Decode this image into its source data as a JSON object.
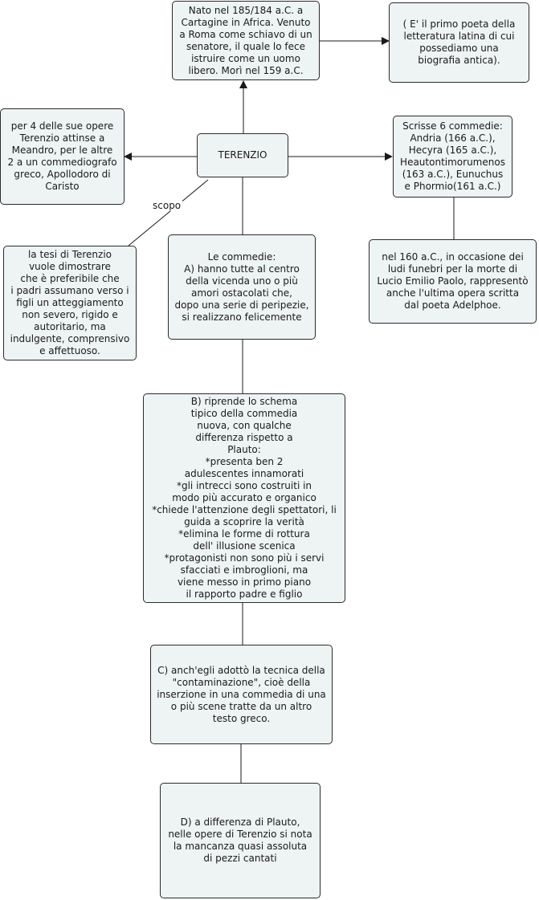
{
  "nodes": {
    "terenzio": "TERENZIO",
    "biography": "Nato nel 185/184 a.C. a\nCartagine in Africa. Venuto\na Roma come schiavo di un\nsenatore, il quale lo fece\nistruire come un uomo\nlibero. Morì nel 159 a.C.",
    "first_poet": "( E' il primo poeta della\nletteratura latina di cui\npossediamo una\nbiografia antica).",
    "sources": "per 4 delle sue opere\nTerenzio attinse a\nMeandro, per le altre\n2 a un commediografo\ngreco, Apollodoro di\nCaristo",
    "comedies_list": "Scrisse 6 commedie:\nAndria (166 a.C.),\nHecyra (165 a.C.),\nHeautontimorumenos\n(163 a.C.), Eunuchus\ne Phormio(161 a.C.)",
    "adelphoe": "nel 160 a.C., in occasione dei\nludi funebri per la morte di\nLucio Emilio Paolo, rappresentò\nanche l'ultima opera scritta\ndal poeta Adelphoe.",
    "thesis": "la tesi di Terenzio\nvuole dimostrare\nche è preferibile che\ni padri assumano verso i\nfigli un atteggiamento\nnon severo, rigido e\nautoritario, ma\nindulgente, comprensivo\ne affettuoso.",
    "comedies_a": "Le commedie:\nA) hanno tutte al centro\ndella vicenda uno o più\namori ostacolati che,\ndopo una serie di peripezie,\nsi realizzano felicemente",
    "comedies_b": "B) riprende lo schema\ntipico della commedia\nnuova, con qualche\ndifferenza rispetto a\nPlauto:\n*presenta ben 2\nadulescentes innamorati\n*gli intrecci sono costruiti in\nmodo più accurato e organico\n*chiede l'attenzione degli spettatori, li\nguida a scoprire la verità\n*elimina le forme di rottura\ndell' illusione scenica\n*protagonisti non sono più i servi\nsfacciati e imbroglioni, ma\nviene messo in primo piano\nil rapporto padre e figlio",
    "comedies_c": "C) anch'egli adottò la tecnica della\n\"contaminazione\", cioè della\ninserzione in una commedia di una\no più scene tratte da un altro\ntesto greco.",
    "comedies_d": "D) a differenza di Plauto,\nnelle opere di Terenzio si nota\nla mancanza quasi assoluta\ndi pezzi cantati"
  },
  "link_labels": {
    "scopo": "scopo"
  },
  "colors": {
    "node_fill": "#eef3f4",
    "node_border": "#2b2b2b",
    "link": "#1a1a1a"
  }
}
